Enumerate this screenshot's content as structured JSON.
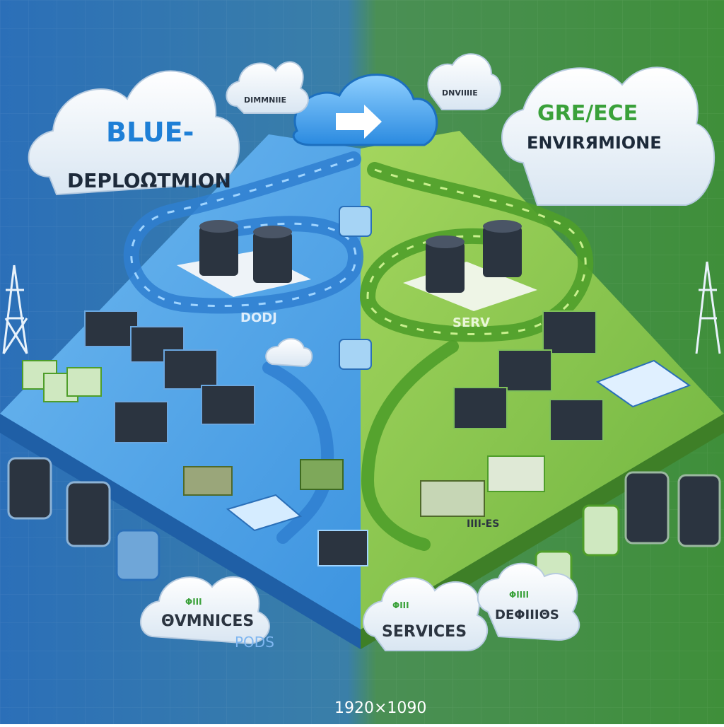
{
  "clouds": {
    "blue_env": {
      "line1": "BLUE-",
      "line2": "DEPLOΩTMION",
      "color": "#1e7fd6"
    },
    "green_env": {
      "line1": "GRE/ECE",
      "line2": "ENVIRЯMIONE",
      "color": "#3aa13a"
    },
    "small_top_left": {
      "label": "DIMMNIIE"
    },
    "small_top_right": {
      "label": "DNVIIIIE"
    },
    "bottom_left": {
      "line1": "ΦIII",
      "line2": "ΘVMNICES"
    },
    "bottom_middle": {
      "line1": "ΦIII",
      "line2": "SERVICES"
    },
    "bottom_right": {
      "line1": "ΦIIII",
      "line2": "DEΦIIIΘS"
    }
  },
  "labels": {
    "blue_loop": "DODJ",
    "green_loop": "SERV",
    "green_bottom": "IIII-ES",
    "pods": "PODS",
    "resolution": "1920×1090"
  },
  "colors": {
    "background_blue": "#2a6fb8",
    "background_green": "#3f8f3a",
    "platform_blue": "#4aa3e8",
    "platform_green": "#8cc63f",
    "server_dark": "#2b3440"
  }
}
